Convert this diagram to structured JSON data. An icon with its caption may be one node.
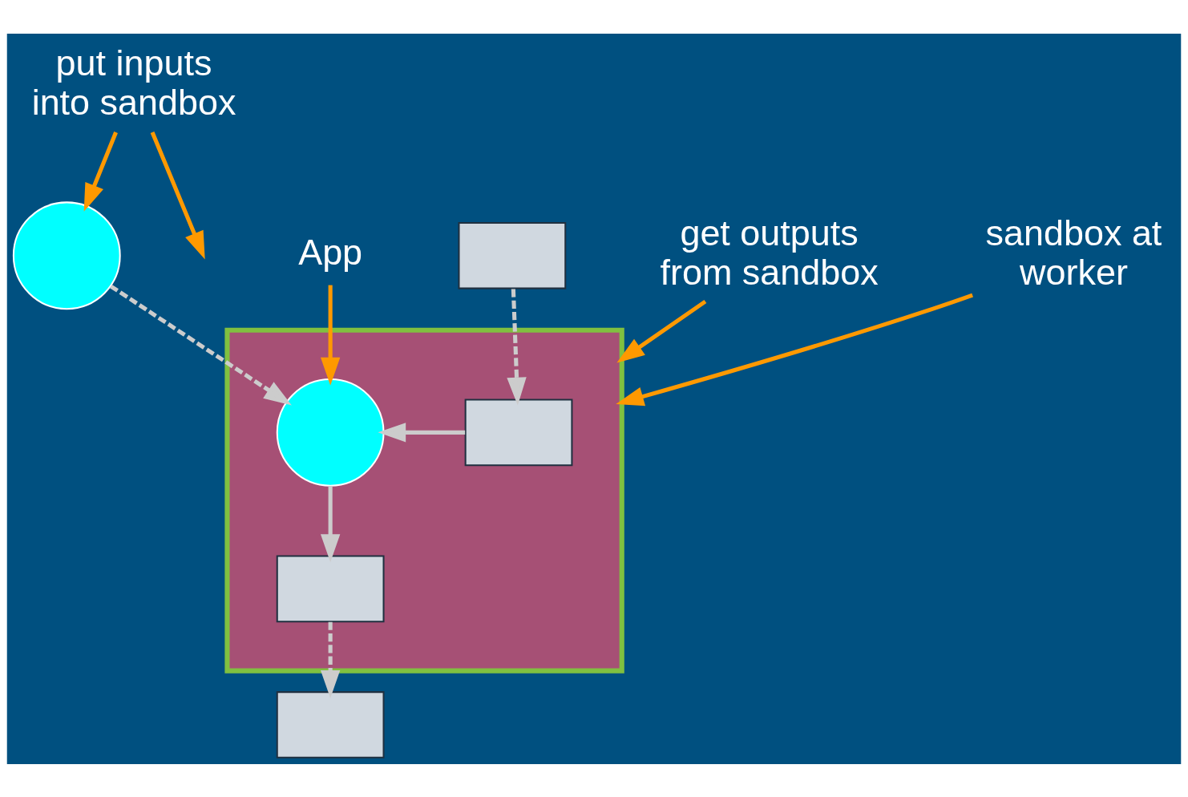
{
  "diagram": {
    "nodes": [
      {
        "text": [
          "put inputs into sandbox"
        ]
      },
      {
        "text": [],
        "shape": "box"
      },
      {
        "text": [],
        "shape": "circle"
      },
      {
        "text": [
          "App"
        ]
      },
      {
        "text": [],
        "shape": "box"
      },
      {
        "text": [],
        "shape": "box",
        "in": 4
      },
      {
        "text": [],
        "shape": "circle",
        "in": 4
      },
      {
        "text": [],
        "shape": "box",
        "in": 4
      },
      {
        "text": [],
        "shape": "box"
      },
      {
        "text": [
          "get outputs from sandbox"
        ]
      },
      {
        "text": [
          "sandbox at worker"
        ]
      }
    ],
    "edges": [
      {
        "from": 1,
        "to": 5,
        "arrow": "to",
        "style": "dashed"
      },
      {
        "from": 2,
        "to": 6,
        "arrow": "to",
        "style": "dashed"
      },
      {
        "from": 5,
        "to": 6,
        "arrow": "to"
      },
      {
        "from": 6,
        "to": 7,
        "arrow": "to"
      },
      {
        "from": 7,
        "to": 8,
        "arrow": "to",
        "style": "dashed"
      },
      {
        "from": 0,
        "to": 2,
        "arrow": "to",
        "color": "#ff9900"
      },
      {
        "from": 0,
        "to": null,
        "arrow": "to",
        "color": "#ff9900"
      },
      {
        "from": 3,
        "to": 6,
        "arrow": "to",
        "color": "#ff9900"
      },
      {
        "from": 9,
        "to": 4,
        "arrow": "to",
        "color": "#ff9900"
      },
      {
        "from": 10,
        "to": 4,
        "arrow": "to",
        "color": "#ff9900"
      }
    ]
  }
}
